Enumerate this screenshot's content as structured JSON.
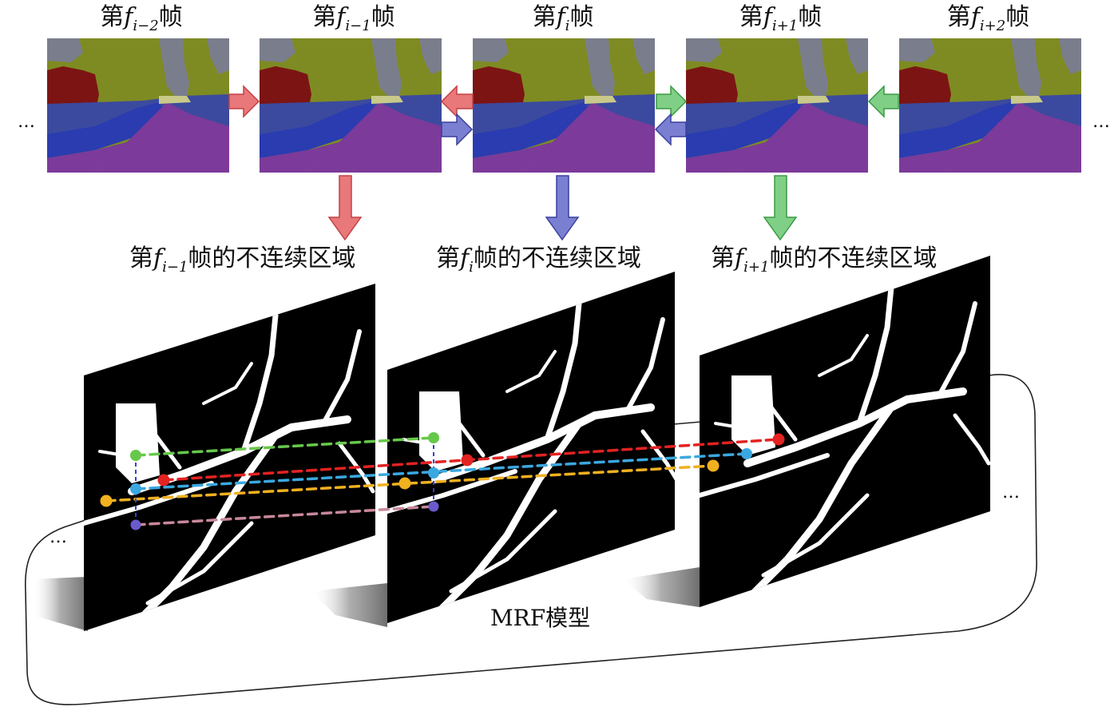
{
  "frames": [
    {
      "id": "fi-2",
      "prefix": "第",
      "f": "f",
      "sub": "i−2",
      "suffix": "帧"
    },
    {
      "id": "fi-1",
      "prefix": "第",
      "f": "f",
      "sub": "i−1",
      "suffix": "帧"
    },
    {
      "id": "fi",
      "prefix": "第",
      "f": "f",
      "sub": "i",
      "suffix": "帧"
    },
    {
      "id": "fi+1",
      "prefix": "第",
      "f": "f",
      "sub": "i+1",
      "suffix": "帧"
    },
    {
      "id": "fi+2",
      "prefix": "第",
      "f": "f",
      "sub": "i+2",
      "suffix": "帧"
    }
  ],
  "regions": [
    {
      "prefix": "第",
      "f": "f",
      "sub": "i−1",
      "suffix": "帧的不连续区域"
    },
    {
      "prefix": "第",
      "f": "f",
      "sub": "i",
      "suffix": "帧的不连续区域"
    },
    {
      "prefix": "第",
      "f": "f",
      "sub": "i+1",
      "suffix": "帧的不连续区域"
    }
  ],
  "ellipsis": "…",
  "mrf_label": "MRF模型",
  "colors": {
    "red_arrow": "#e8787a",
    "blue_arrow": "#7b7fd1",
    "green_arrow": "#80cf86",
    "seg_olive": "#7e8b22",
    "seg_gray": "#7a7e8c",
    "seg_maroon": "#7c1414",
    "seg_slate": "#3b4a9e",
    "seg_blue": "#2a3cb0",
    "seg_purple": "#7c3a9a",
    "line_green": "#66c84a",
    "line_red": "#e32222",
    "line_cyan": "#3aa8e0",
    "line_yellow": "#f0b020",
    "line_pink": "#c8889a",
    "line_vertical": "#3344cc"
  }
}
